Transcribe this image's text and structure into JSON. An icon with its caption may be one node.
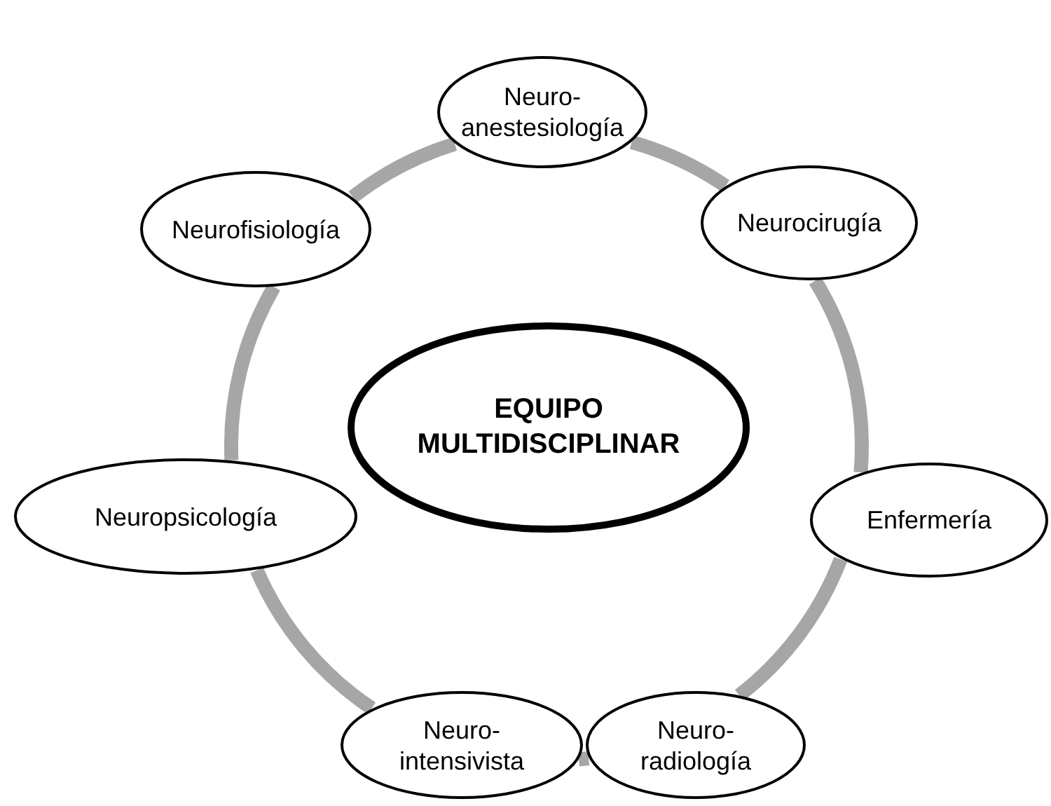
{
  "diagram": {
    "nodes": [
      {
        "text": [
          "Neuro- anestesiología"
        ]
      },
      {
        "text": [
          "Neurofisiología"
        ]
      },
      {
        "text": [
          "Neurocirugía"
        ]
      },
      {
        "text": [
          "EQUIPO MULTIDISCIPLINAR"
        ]
      },
      {
        "text": [
          "Neuropsicología"
        ]
      },
      {
        "text": [
          "Enfermería"
        ]
      },
      {
        "text": [
          "Neuro- intensivista"
        ]
      },
      {
        "text": [
          "Neuro- radiología"
        ]
      }
    ],
    "edges": [
      {
        "from": 0,
        "to": 2,
        "arrow": "none"
      },
      {
        "from": 2,
        "to": 5,
        "arrow": "none"
      },
      {
        "from": 5,
        "to": 7,
        "arrow": "none"
      },
      {
        "from": 7,
        "to": 6,
        "arrow": "none"
      },
      {
        "from": 6,
        "to": 4,
        "arrow": "none"
      },
      {
        "from": 4,
        "to": 1,
        "arrow": "none"
      },
      {
        "from": 1,
        "to": 0,
        "arrow": "none"
      }
    ]
  }
}
